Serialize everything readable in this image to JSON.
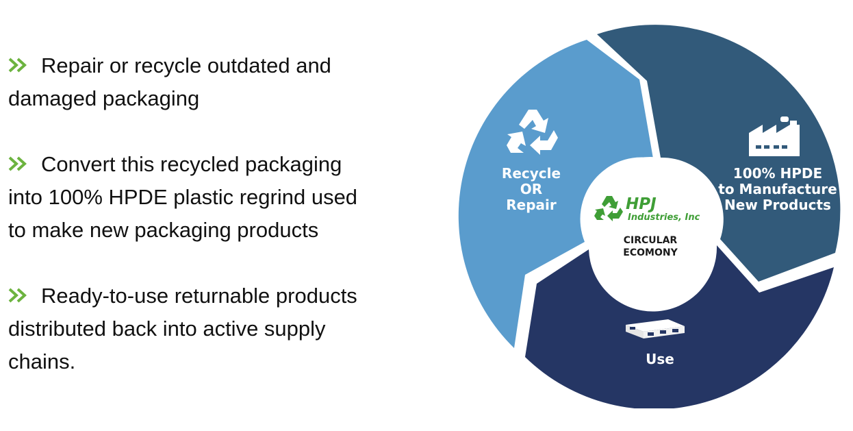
{
  "bullets": [
    {
      "line1": "Repair or recycle outdated and",
      "line2": "damaged packaging",
      "line3": ""
    },
    {
      "line1": "Convert this recycled packaging",
      "line2": "into 100% HPDE plastic regrind used",
      "line3": "to make new packaging products"
    },
    {
      "line1": "Ready-to-use returnable products",
      "line2": "distributed back into active supply",
      "line3": "chains."
    }
  ],
  "diagram": {
    "segments": {
      "recycle": {
        "line1": "Recycle",
        "line2": "OR",
        "line3": "Repair",
        "color": "#5a9ccd"
      },
      "manufacture": {
        "line1": "100% HPDE",
        "line2": "to Manufacture",
        "line3": "New Products",
        "color": "#325a7a"
      },
      "use": {
        "label": "Use",
        "color": "#253664"
      }
    },
    "center": {
      "logo_name": "HPJ",
      "logo_sub": "Industries, Inc",
      "line1": "CIRCULAR",
      "line2": "ECOMONY"
    }
  },
  "colors": {
    "chevron": "#6cb33f",
    "logo": "#3f9e36"
  }
}
